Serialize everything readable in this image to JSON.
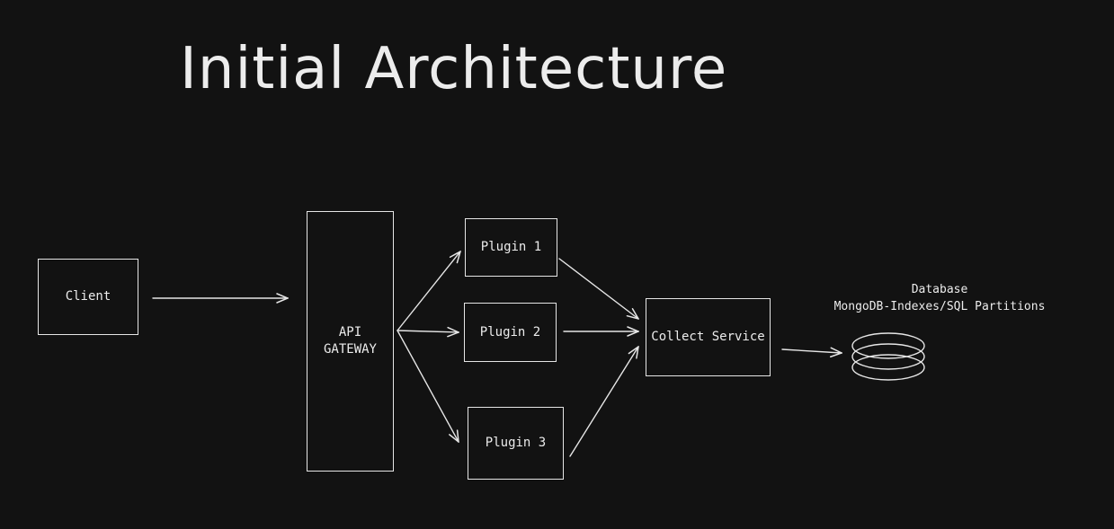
{
  "title": "Initial Architecture",
  "nodes": {
    "client": "Client",
    "api_gateway": "API\nGATEWAY",
    "plugin_1": "Plugin 1",
    "plugin_2": "Plugin 2",
    "plugin_3": "Plugin 3",
    "collect_service": "Collect Service",
    "database_title": "Database",
    "database_subtitle": "MongoDB-Indexes/SQL Partitions"
  },
  "colors": {
    "background": "#121212",
    "stroke": "#e6e6e6",
    "text": "#ececec"
  },
  "icons": {
    "database": "database-cylinder-icon"
  },
  "edges": [
    {
      "from": "client",
      "to": "api_gateway"
    },
    {
      "from": "api_gateway",
      "to": "plugin_1"
    },
    {
      "from": "api_gateway",
      "to": "plugin_2"
    },
    {
      "from": "api_gateway",
      "to": "plugin_3"
    },
    {
      "from": "plugin_1",
      "to": "collect_service"
    },
    {
      "from": "plugin_2",
      "to": "collect_service"
    },
    {
      "from": "plugin_3",
      "to": "collect_service"
    },
    {
      "from": "collect_service",
      "to": "database"
    }
  ]
}
